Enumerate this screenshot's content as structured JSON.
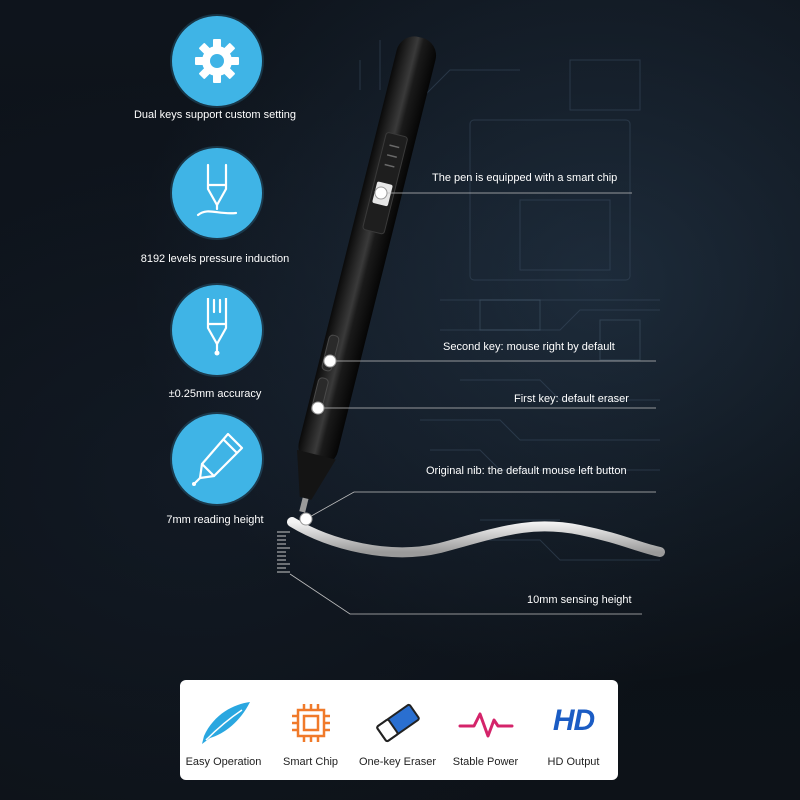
{
  "features": [
    {
      "icon": "gear-icon",
      "label": "Dual keys support custom setting"
    },
    {
      "icon": "pen-pressure-icon",
      "label": "8192 levels pressure induction"
    },
    {
      "icon": "pen-accuracy-icon",
      "label": "±0.25mm accuracy"
    },
    {
      "icon": "pen-writing-icon",
      "label": "7mm reading height"
    }
  ],
  "callouts": [
    {
      "label": "The pen is equipped with a smart chip"
    },
    {
      "label": "Second key: mouse right by default"
    },
    {
      "label": "First key: default eraser"
    },
    {
      "label": "Original nib: the default mouse left button"
    },
    {
      "label": "10mm sensing height"
    }
  ],
  "card_items": [
    {
      "icon": "feather-icon",
      "label": "Easy Operation"
    },
    {
      "icon": "chip-icon",
      "label": "Smart Chip"
    },
    {
      "icon": "eraser-icon",
      "label": "One-key Eraser"
    },
    {
      "icon": "pulse-icon",
      "label": "Stable Power"
    },
    {
      "icon": "hd-icon",
      "label": "HD Output",
      "glyph": "HD"
    }
  ],
  "colors": {
    "accent_blue": "#3fb4e6",
    "chip_orange": "#f07a2a",
    "pulse_red": "#d4246a",
    "hd_blue": "#1b5cc4"
  }
}
